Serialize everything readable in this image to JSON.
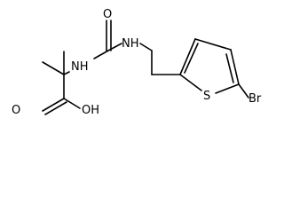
{
  "molecule": {
    "atom_labels": {
      "carbonyl_oxygen": "O",
      "urea_nh_right": "NH",
      "urea_nh_left": "NH",
      "acid_oxygen": "O",
      "acid_hydroxyl": "OH",
      "thiophene_sulfur": "S",
      "bromine": "Br"
    }
  }
}
